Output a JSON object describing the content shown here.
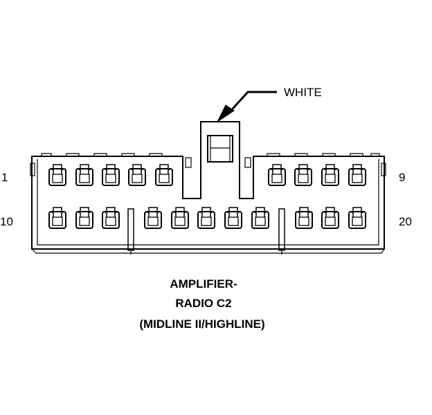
{
  "diagram": {
    "callout": {
      "label": "WHITE"
    },
    "pin_labels": {
      "top_left": "1",
      "top_right": "9",
      "bottom_left": "10",
      "bottom_right": "20"
    },
    "caption": {
      "line1": "AMPLIFIER-",
      "line2": "RADIO C2",
      "line3": "(MIDLINE II/HIGHLINE)"
    },
    "connector": {
      "top_row_cavities": 9,
      "bottom_row_cavities": 11,
      "colors": {
        "ink": "#000000",
        "paper": "#ffffff"
      }
    }
  }
}
